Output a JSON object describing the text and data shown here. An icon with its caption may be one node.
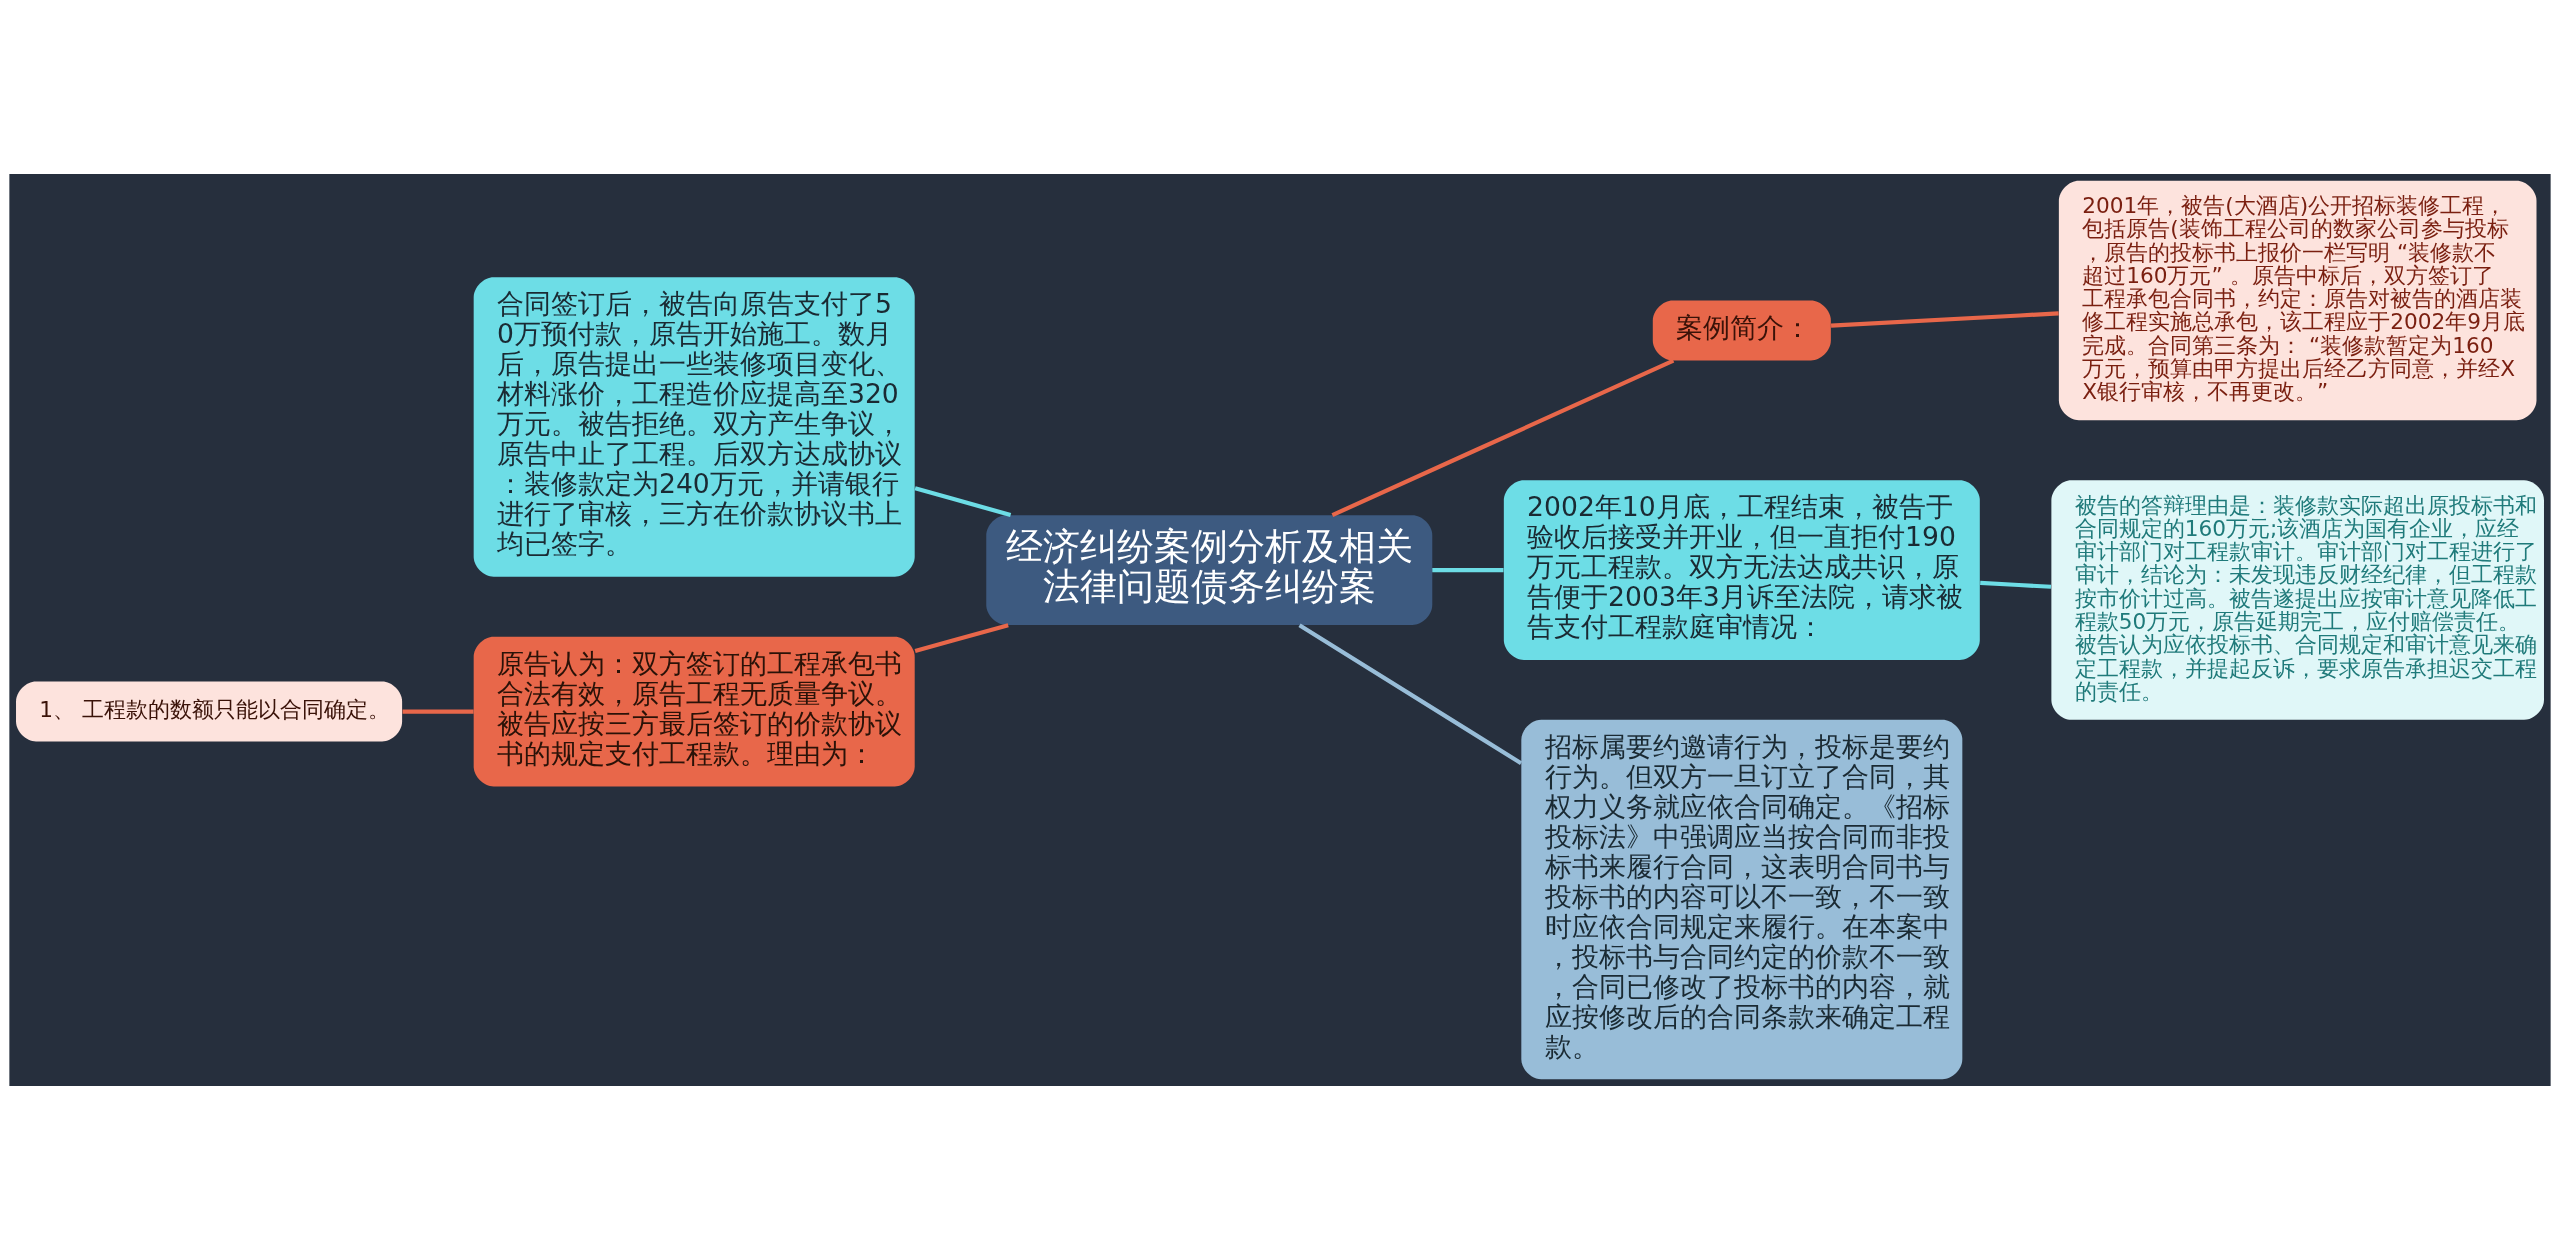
{
  "diagram": {
    "nodes": [
      {
        "text": [
          "经济纠纷案例分析及相关法律问题债务纠纷案"
        ]
      },
      {
        "text": [
          "案例简介："
        ]
      },
      {
        "text": [
          "2001年，被告(大酒店)公开招标装修工程，包括原告(装饰工程公司的数家公司参与投标，原告的投标书上报价一栏写明 “装修款不超过160万元” 。原告中标后，双方签订了工程承包合同书，约定：原告对被告的酒店装修工程实施总承包，该工程应于2002年9月底完成。合同第三条为： “装修款暂定为160万元，预算由甲方提出后经乙方同意，并经XX银行审核，不再更改。”"
        ]
      },
      {
        "text": [
          "2002年10月底，工程结束，被告于验收后接受并开业，但一直拒付190万元工程款。双方无法达成共识，原告便于2003年3月诉至法院，请求被告支付工程款庭审情况："
        ]
      },
      {
        "text": [
          "被告的答辩理由是：装修款实际超出原投标书和合同规定的160万元;该酒店为国有企业，应经审计部门对工程款审计。审计部门对工程进行了审计，结论为：未发现违反财经纪律，但工程款按市价计过高。被告遂提出应按审计意见降低工程款50万元，原告延期完工，应付赔偿责任。被告认为应依投标书、合同规定和审计意见来确定工程款，并提起反诉，要求原告承担迟交工程的责任。"
        ]
      },
      {
        "text": [
          "招标属要约邀请行为，投标是要约行为。但双方一旦订立了合同，其权力义务就应依合同确定。《招标投标法》中强调应当按合同而非投标书来履行合同，这表明合同书与投标书的内容可以不一致，不一致时应依合同规定来履行。在本案中，投标书与合同约定的价款不一致，合同已修改了投标书的内容，就应按修改后的合同条款来确定工程款。"
        ]
      },
      {
        "text": [
          "合同签订后，被告向原告支付了50万预付款，原告开始施工。数月后，原告提出一些装修项目变化、材料涨价，工程造价应提高至320万元。被告拒绝。双方产生争议，原告中止了工程。后双方达成协议：装修款定为240万元，并请银行进行了审核，三方在价款协议书上均已签字。"
        ]
      },
      {
        "text": [
          "原告认为：双方签订的工程承包书合法有效，原告工程无质量争议。被告应按三方最后签订的价款协议书的规定支付工程款。理由为："
        ]
      },
      {
        "text": [
          "1、 工程款的数额只能以合同确定。"
        ]
      }
    ],
    "edges": [
      {
        "from": 0,
        "to": 1,
        "arrow": "none",
        "color": "#e8674a"
      },
      {
        "from": 1,
        "to": 2,
        "arrow": "none",
        "color": "#e8674a"
      },
      {
        "from": 0,
        "to": 3,
        "arrow": "none",
        "color": "#6ddde6"
      },
      {
        "from": 3,
        "to": 4,
        "arrow": "none",
        "color": "#6ddde6"
      },
      {
        "from": 0,
        "to": 5,
        "arrow": "none",
        "color": "#98bdd8"
      },
      {
        "from": 6,
        "to": 0,
        "arrow": "none",
        "color": "#6ddde6"
      },
      {
        "from": 7,
        "to": 0,
        "arrow": "none",
        "color": "#e8674a"
      },
      {
        "from": 8,
        "to": 7,
        "arrow": "none",
        "color": "#e8674a"
      }
    ]
  }
}
